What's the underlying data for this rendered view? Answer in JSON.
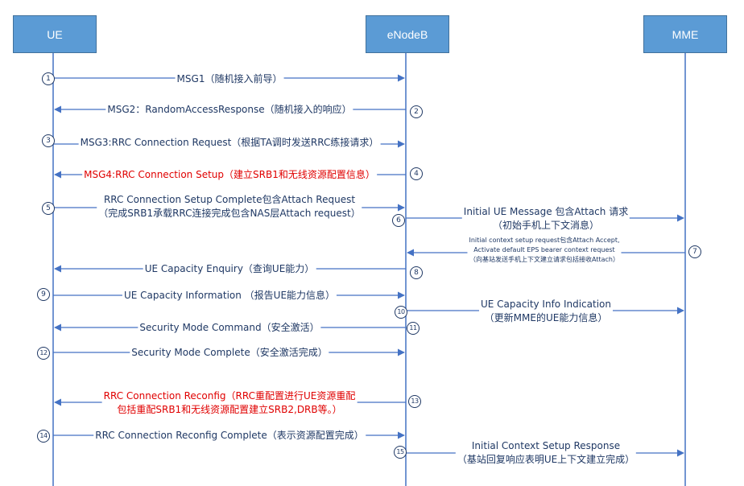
{
  "actors": {
    "ue": "UE",
    "enodeb": "eNodeB",
    "mme": "MME"
  },
  "steps": [
    {
      "id": "s1",
      "num": "1",
      "lines": [
        "MSG1（随机接入前导）"
      ],
      "from": "UE",
      "to": "eNodeB"
    },
    {
      "id": "s2",
      "num": "2",
      "lines": [
        "MSG2：RandomAccessResponse（随机接入的响应）"
      ],
      "from": "eNodeB",
      "to": "UE"
    },
    {
      "id": "s3",
      "num": "3",
      "lines": [
        "MSG3:RRC Connection Request（根据TA调时发送RRC练接请求）"
      ],
      "from": "UE",
      "to": "eNodeB"
    },
    {
      "id": "s4",
      "num": "4",
      "lines": [
        "MSG4:RRC Connection Setup（建立SRB1和无线资源配置信息）"
      ],
      "from": "eNodeB",
      "to": "UE",
      "color": "red"
    },
    {
      "id": "s5",
      "num": "5",
      "lines": [
        "RRC Connection Setup Complete包含Attach Request",
        "（完成SRB1承载RRC连接完成包含NAS层Attach request）"
      ],
      "from": "UE",
      "to": "eNodeB"
    },
    {
      "id": "s6",
      "num": "6",
      "lines": [
        "Initial UE Message 包含Attach 请求",
        "（初始手机上下文消息）"
      ],
      "from": "eNodeB",
      "to": "MME"
    },
    {
      "id": "s7",
      "num": "7",
      "lines": [
        "Initial context setup request包含Attach Accept,",
        "Activate default EPS bearer context request",
        "（向基站发送手机上下文建立请求包括接收Attach）"
      ],
      "from": "MME",
      "to": "eNodeB",
      "size": "small"
    },
    {
      "id": "s8",
      "num": "8",
      "lines": [
        "UE Capacity Enquiry（查询UE能力）"
      ],
      "from": "eNodeB",
      "to": "UE"
    },
    {
      "id": "s9",
      "num": "9",
      "lines": [
        "UE Capacity Information （报告UE能力信息）"
      ],
      "from": "UE",
      "to": "eNodeB"
    },
    {
      "id": "s10",
      "num": "10",
      "lines": [
        "UE Capacity Info Indication",
        "（更新MME的UE能力信息）"
      ],
      "from": "eNodeB",
      "to": "MME"
    },
    {
      "id": "s11",
      "num": "11",
      "lines": [
        "Security Mode Command（安全激活）"
      ],
      "from": "eNodeB",
      "to": "UE"
    },
    {
      "id": "s12",
      "num": "12",
      "lines": [
        "Security Mode Complete（安全激活完成）"
      ],
      "from": "UE",
      "to": "eNodeB"
    },
    {
      "id": "s13",
      "num": "13",
      "lines": [
        "RRC Connection Reconfig（RRC重配置进行UE资源重配",
        "包括重配SRB1和无线资源配置建立SRB2,DRB等。）"
      ],
      "from": "eNodeB",
      "to": "UE",
      "color": "red"
    },
    {
      "id": "s14",
      "num": "14",
      "lines": [
        "RRC Connection Reconfig Complete（表示资源配置完成）"
      ],
      "from": "UE",
      "to": "eNodeB"
    },
    {
      "id": "s15",
      "num": "15",
      "lines": [
        "Initial Context Setup Response",
        "（基站回复响应表明UE上下文建立完成）"
      ],
      "from": "eNodeB",
      "to": "MME"
    }
  ],
  "colors": {
    "arrow": "#4472c4",
    "lifeline": "#4472c4",
    "actor": "#5b9bd5",
    "text": "#1f3864",
    "highlight": "#e00000"
  }
}
